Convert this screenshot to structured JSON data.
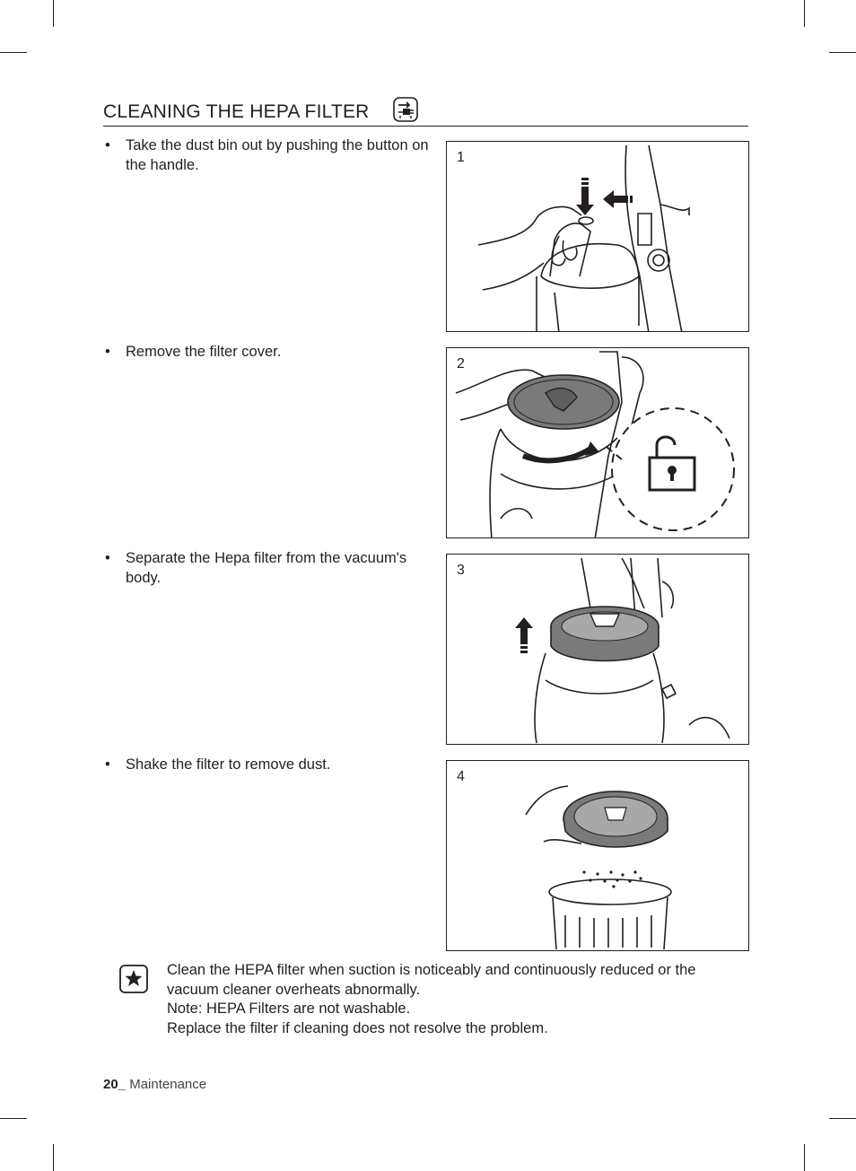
{
  "header": {
    "title": "CLEANING THE HEPA FILTER",
    "title_icon": "maintenance-icon"
  },
  "steps": [
    {
      "number": "1",
      "bullet": "•",
      "text": "Take the dust bin out by pushing the button on the handle."
    },
    {
      "number": "2",
      "bullet": "•",
      "text": "Remove the filter cover."
    },
    {
      "number": "3",
      "bullet": "•",
      "text": "Separate the Hepa filter from the vacuum's body."
    },
    {
      "number": "4",
      "bullet": "•",
      "text": "Shake the filter to remove dust."
    }
  ],
  "note": {
    "icon": "star-note-icon",
    "lines": [
      "Clean the HEPA filter when suction is noticeably and continuously reduced or the vacuum cleaner overheats abnormally.",
      "Note: HEPA Filters are not washable.",
      "Replace the filter if cleaning does not resolve the problem."
    ]
  },
  "footer": {
    "page_number": "20_",
    "section": "Maintenance"
  },
  "colors": {
    "ink": "#231f20",
    "filter_gray": "#7a7a7a"
  }
}
